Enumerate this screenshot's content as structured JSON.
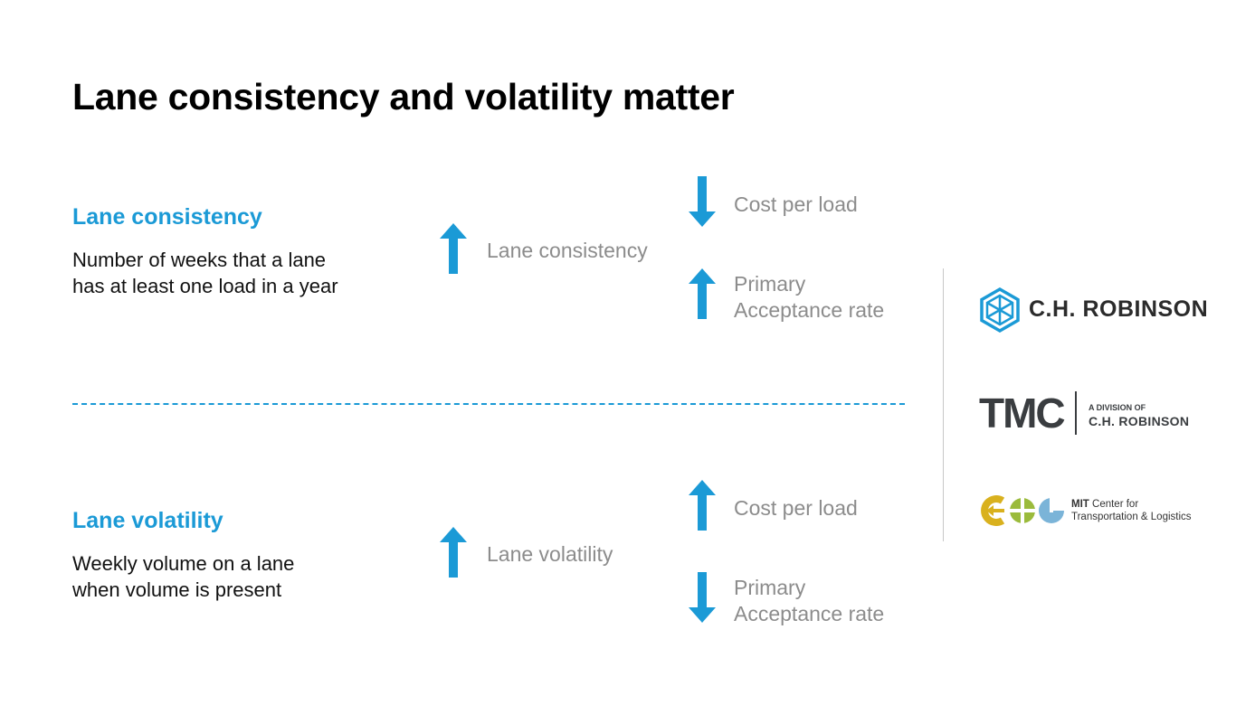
{
  "title": "Lane consistency and volatility matter",
  "sections": [
    {
      "heading": "Lane consistency",
      "description": "Number of weeks that a lane\nhas at least one load in a year",
      "driver": {
        "direction": "up",
        "label": "Lane consistency"
      },
      "effects": [
        {
          "direction": "down",
          "label": "Cost per load"
        },
        {
          "direction": "up",
          "label": "Primary\nAcceptance rate"
        }
      ]
    },
    {
      "heading": "Lane volatility",
      "description": "Weekly volume on a lane\nwhen volume is present",
      "driver": {
        "direction": "up",
        "label": "Lane volatility"
      },
      "effects": [
        {
          "direction": "up",
          "label": "Cost per load"
        },
        {
          "direction": "down",
          "label": "Primary\nAcceptance rate"
        }
      ]
    }
  ],
  "logos": {
    "chr": "C.H. ROBINSON",
    "tmc_mark": "TMC",
    "tmc_small": "A DIVISION OF",
    "tmc_big": "C.H. ROBINSON",
    "mit_bold": "MIT",
    "mit_line1": "Center for",
    "mit_line2": "Transportation & Logistics"
  },
  "colors": {
    "accent": "#1b9ad6",
    "label_gray": "#8c8c8c",
    "logo_dark": "#2b2b2b",
    "ctl_yellow": "#d9b11e",
    "ctl_green": "#9bbb3c",
    "ctl_blue": "#7bb4d8"
  },
  "icons": {
    "up": "arrow-up-icon",
    "down": "arrow-down-icon"
  }
}
